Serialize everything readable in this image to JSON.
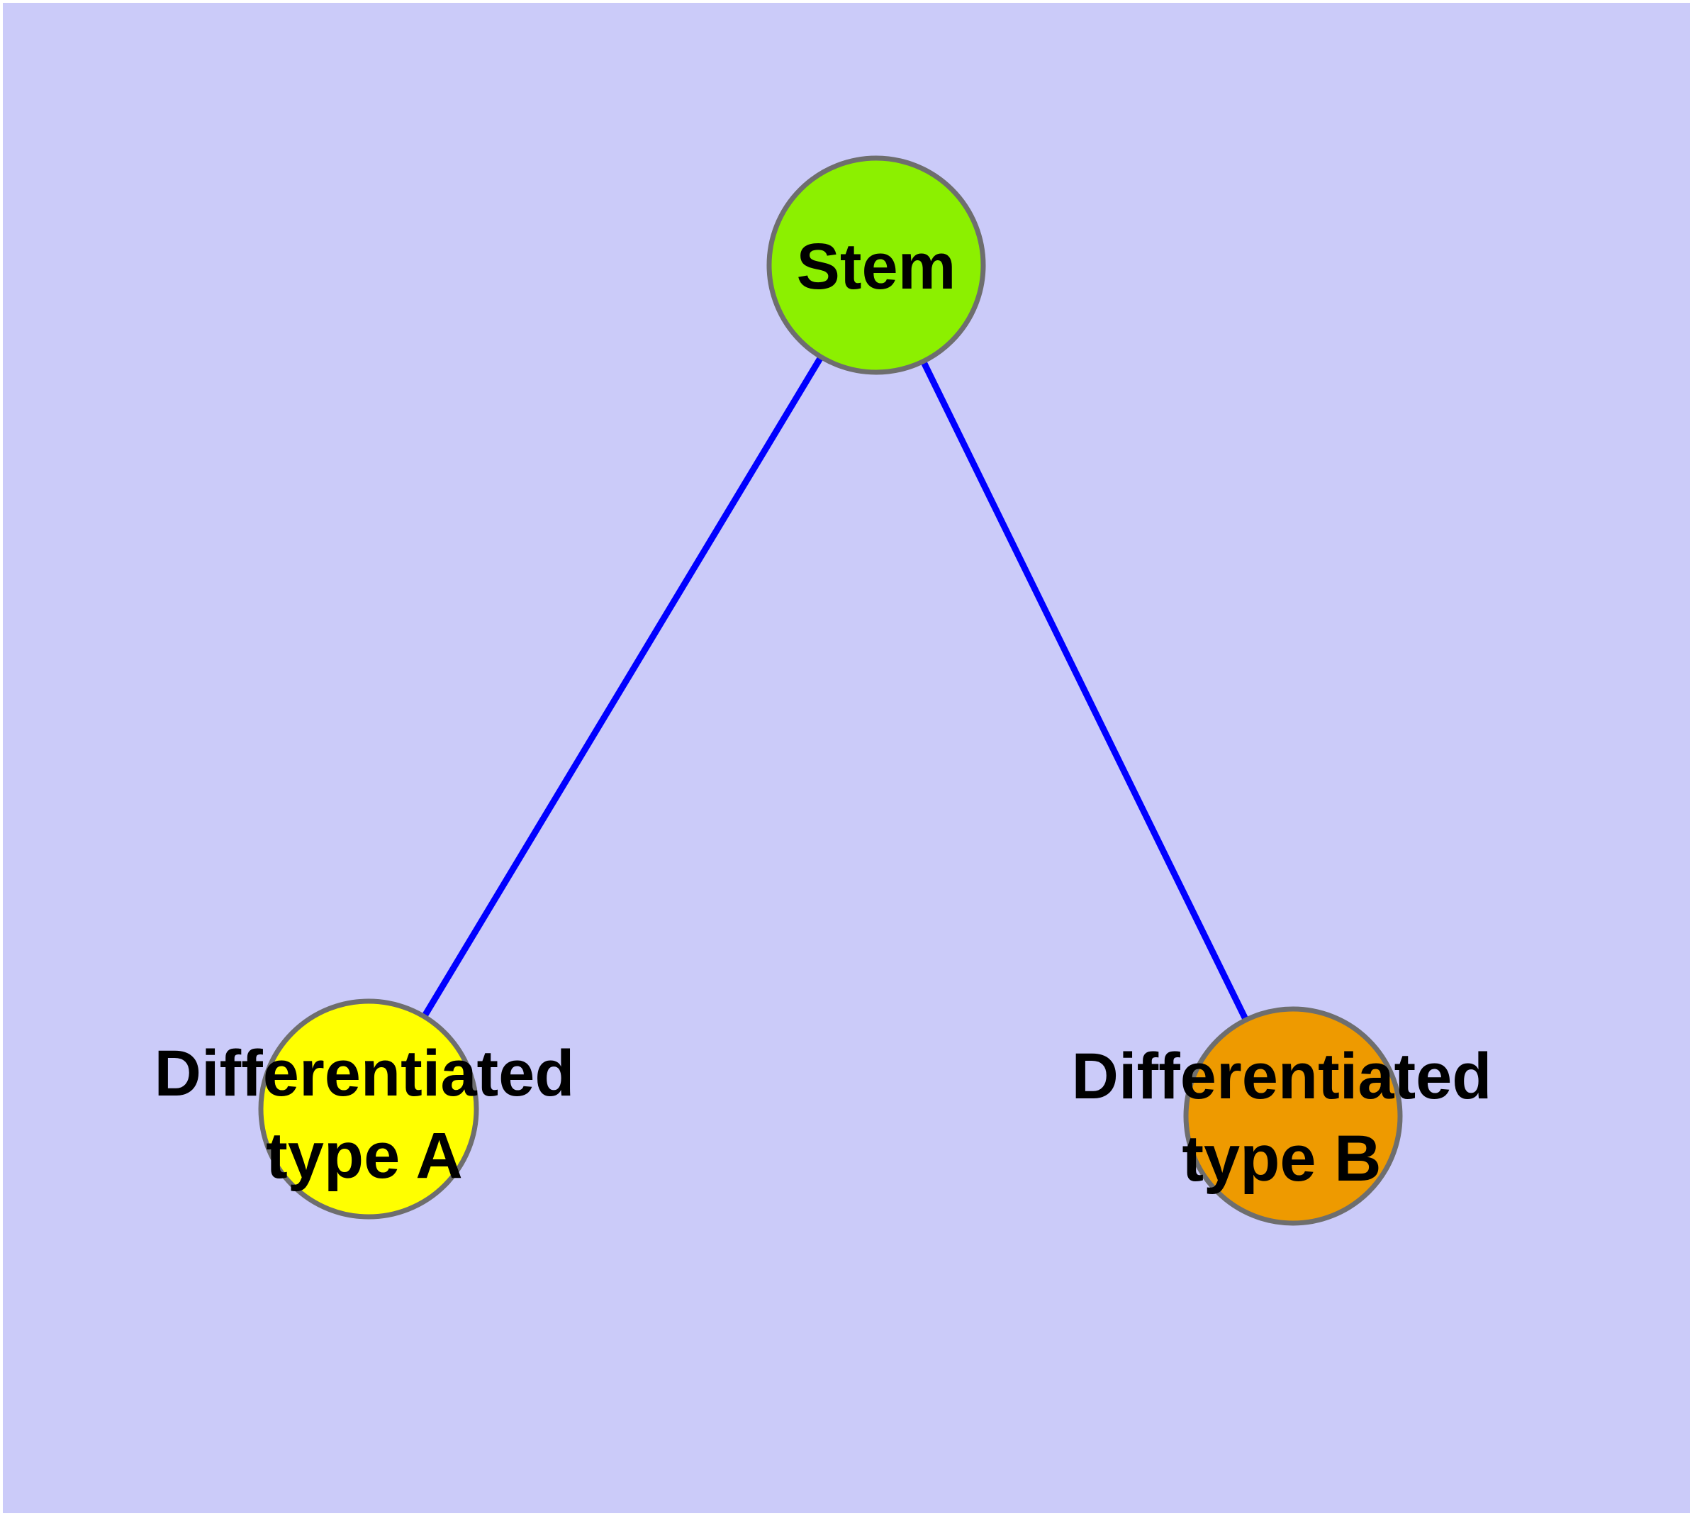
{
  "diagram": {
    "type": "node-link-graph",
    "background_color": "#CBCBF9",
    "frame_color": "#FFFFFF",
    "edge_color": "#0000FF",
    "node_border_color": "#6E6E6E",
    "label_color": "#000000",
    "nodes": [
      {
        "id": "stem",
        "label": "Stem",
        "fill": "#8CF000"
      },
      {
        "id": "differentiated-type-a",
        "label": "Differentiated\ntype A",
        "fill": "#FFFF00"
      },
      {
        "id": "differentiated-type-b",
        "label": "Differentiated\ntype B",
        "fill": "#EE9A00"
      }
    ],
    "edges": [
      {
        "from": "stem",
        "to": "differentiated-type-a"
      },
      {
        "from": "stem",
        "to": "differentiated-type-b"
      }
    ]
  }
}
